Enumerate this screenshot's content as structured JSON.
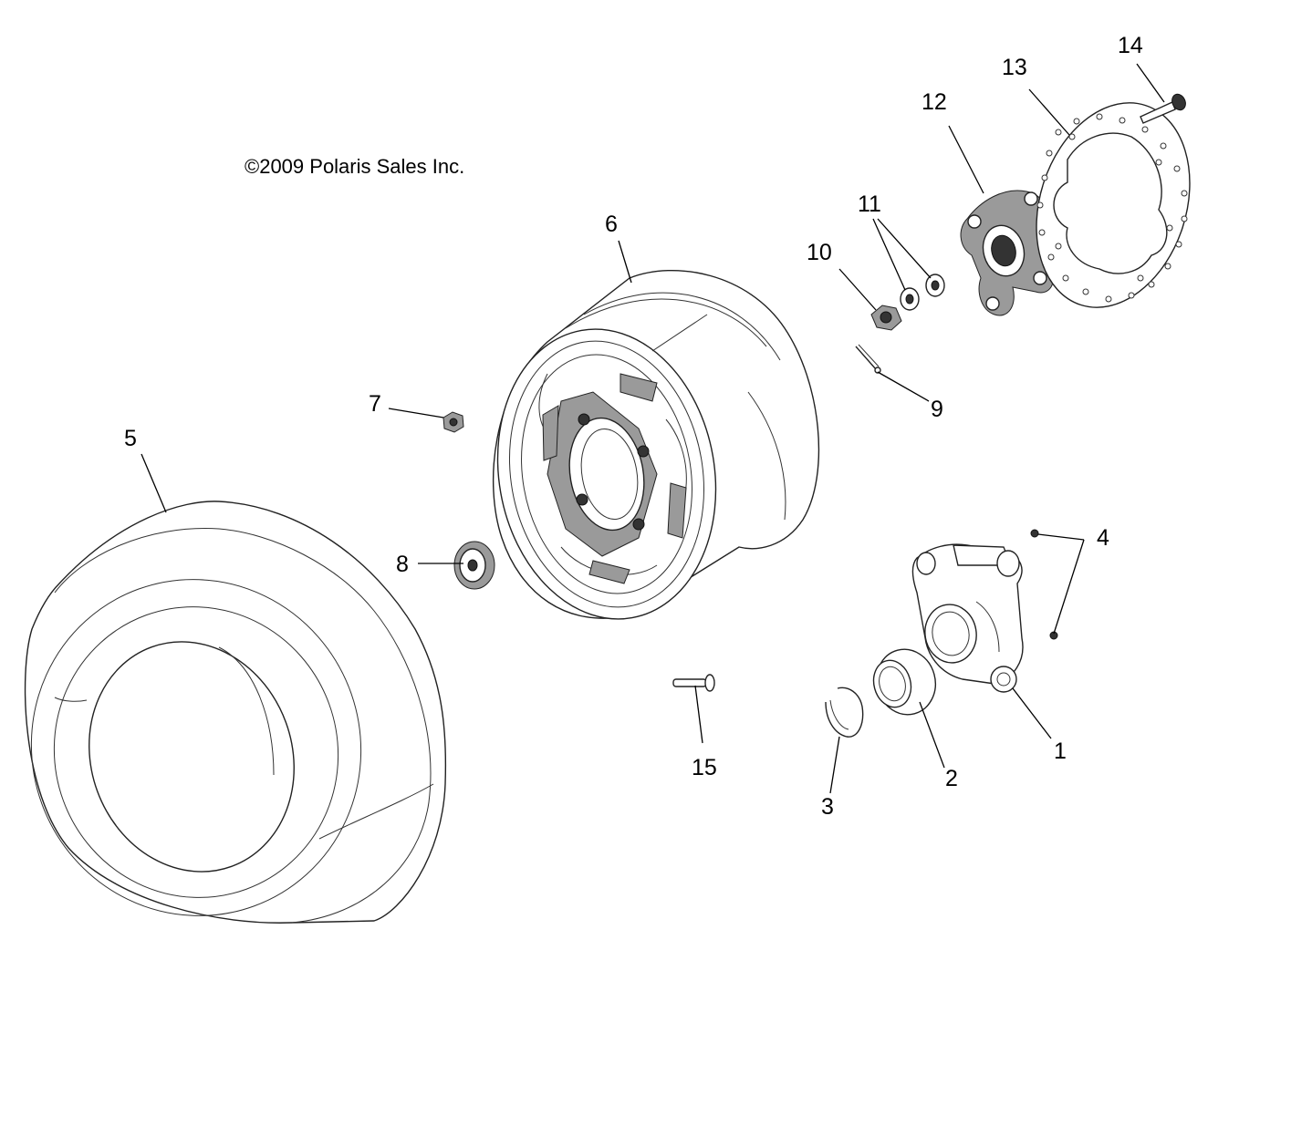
{
  "diagram": {
    "copyright": "©2009 Polaris Sales Inc.",
    "callouts": [
      "1",
      "2",
      "3",
      "4",
      "5",
      "6",
      "7",
      "8",
      "9",
      "10",
      "11",
      "12",
      "13",
      "14",
      "15"
    ]
  }
}
